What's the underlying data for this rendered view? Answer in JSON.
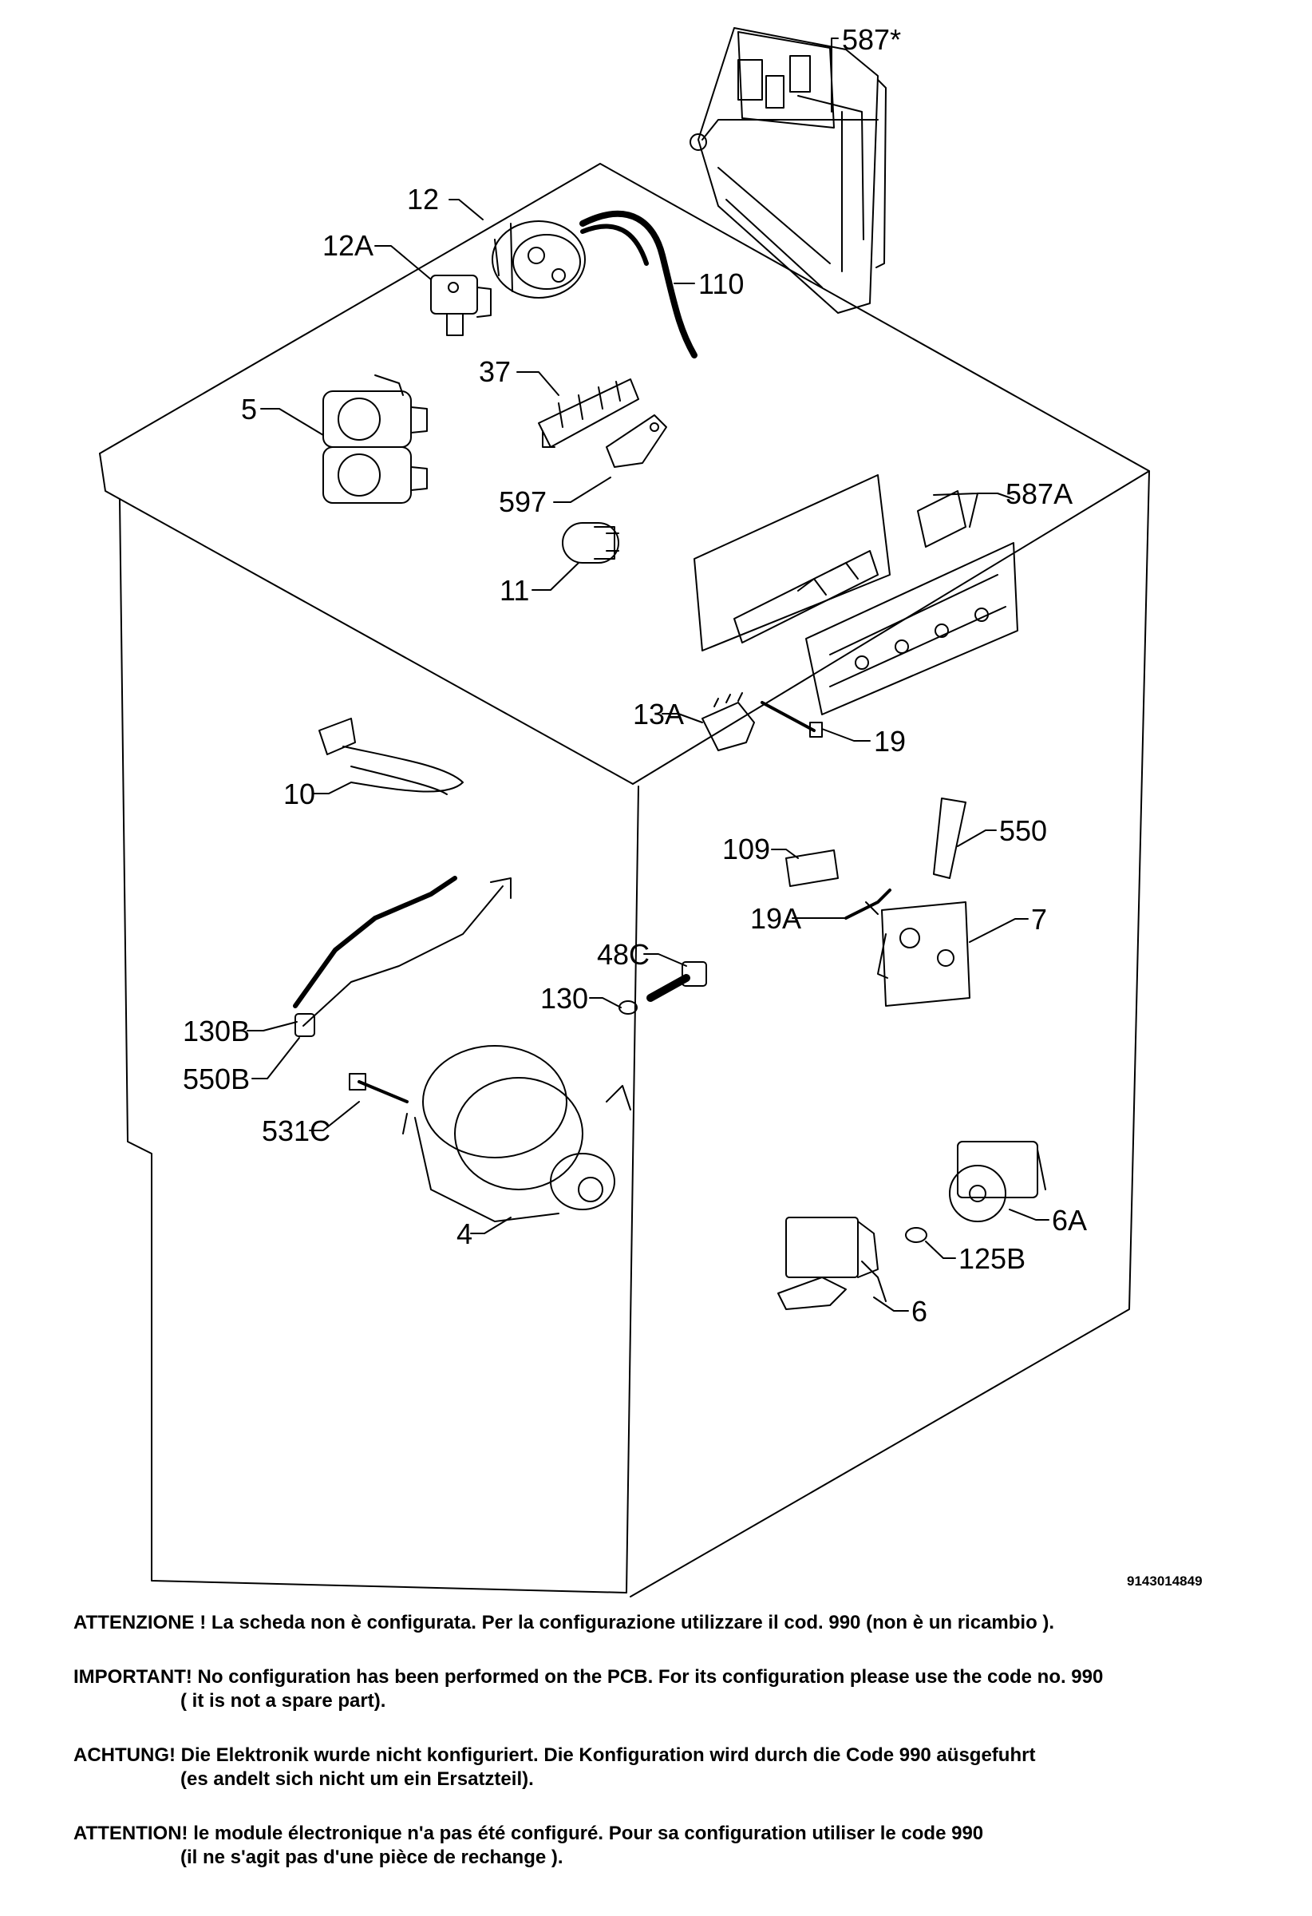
{
  "diagram": {
    "ref_number": "9143014849",
    "labels": {
      "l587s": "587*",
      "l12": "12",
      "l12a": "12A",
      "l110": "110",
      "l37": "37",
      "l5": "5",
      "l597": "597",
      "l587a": "587A",
      "l11": "11",
      "l13a": "13A",
      "l19": "19",
      "l10": "10",
      "l550": "550",
      "l109": "109",
      "l19a": "19A",
      "l7": "7",
      "l48c": "48C",
      "l130": "130",
      "l130b": "130B",
      "l550b": "550B",
      "l531c": "531C",
      "l4": "4",
      "l6a": "6A",
      "l125b": "125B",
      "l6": "6"
    }
  },
  "notes": [
    {
      "line1": "ATTENZIONE ! La scheda non è  configurata. Per la configurazione utilizzare il cod. 990 (non è un ricambio ).",
      "line2": ""
    },
    {
      "line1": "IMPORTANT! No configuration has been performed on the PCB. For its configuration please use the code no. 990",
      "line2": "( it is not a spare part)."
    },
    {
      "line1": "ACHTUNG! Die Elektronik wurde nicht konfiguriert. Die Konfiguration wird durch die Code 990 aüsgefuhrt",
      "line2": "(es andelt sich nicht um ein Ersatzteil)."
    },
    {
      "line1": "ATTENTION! le module électronique n'a pas été configuré. Pour  sa configuration utiliser le code 990",
      "line2": "(il ne s'agit pas d'une pièce de rechange )."
    }
  ]
}
